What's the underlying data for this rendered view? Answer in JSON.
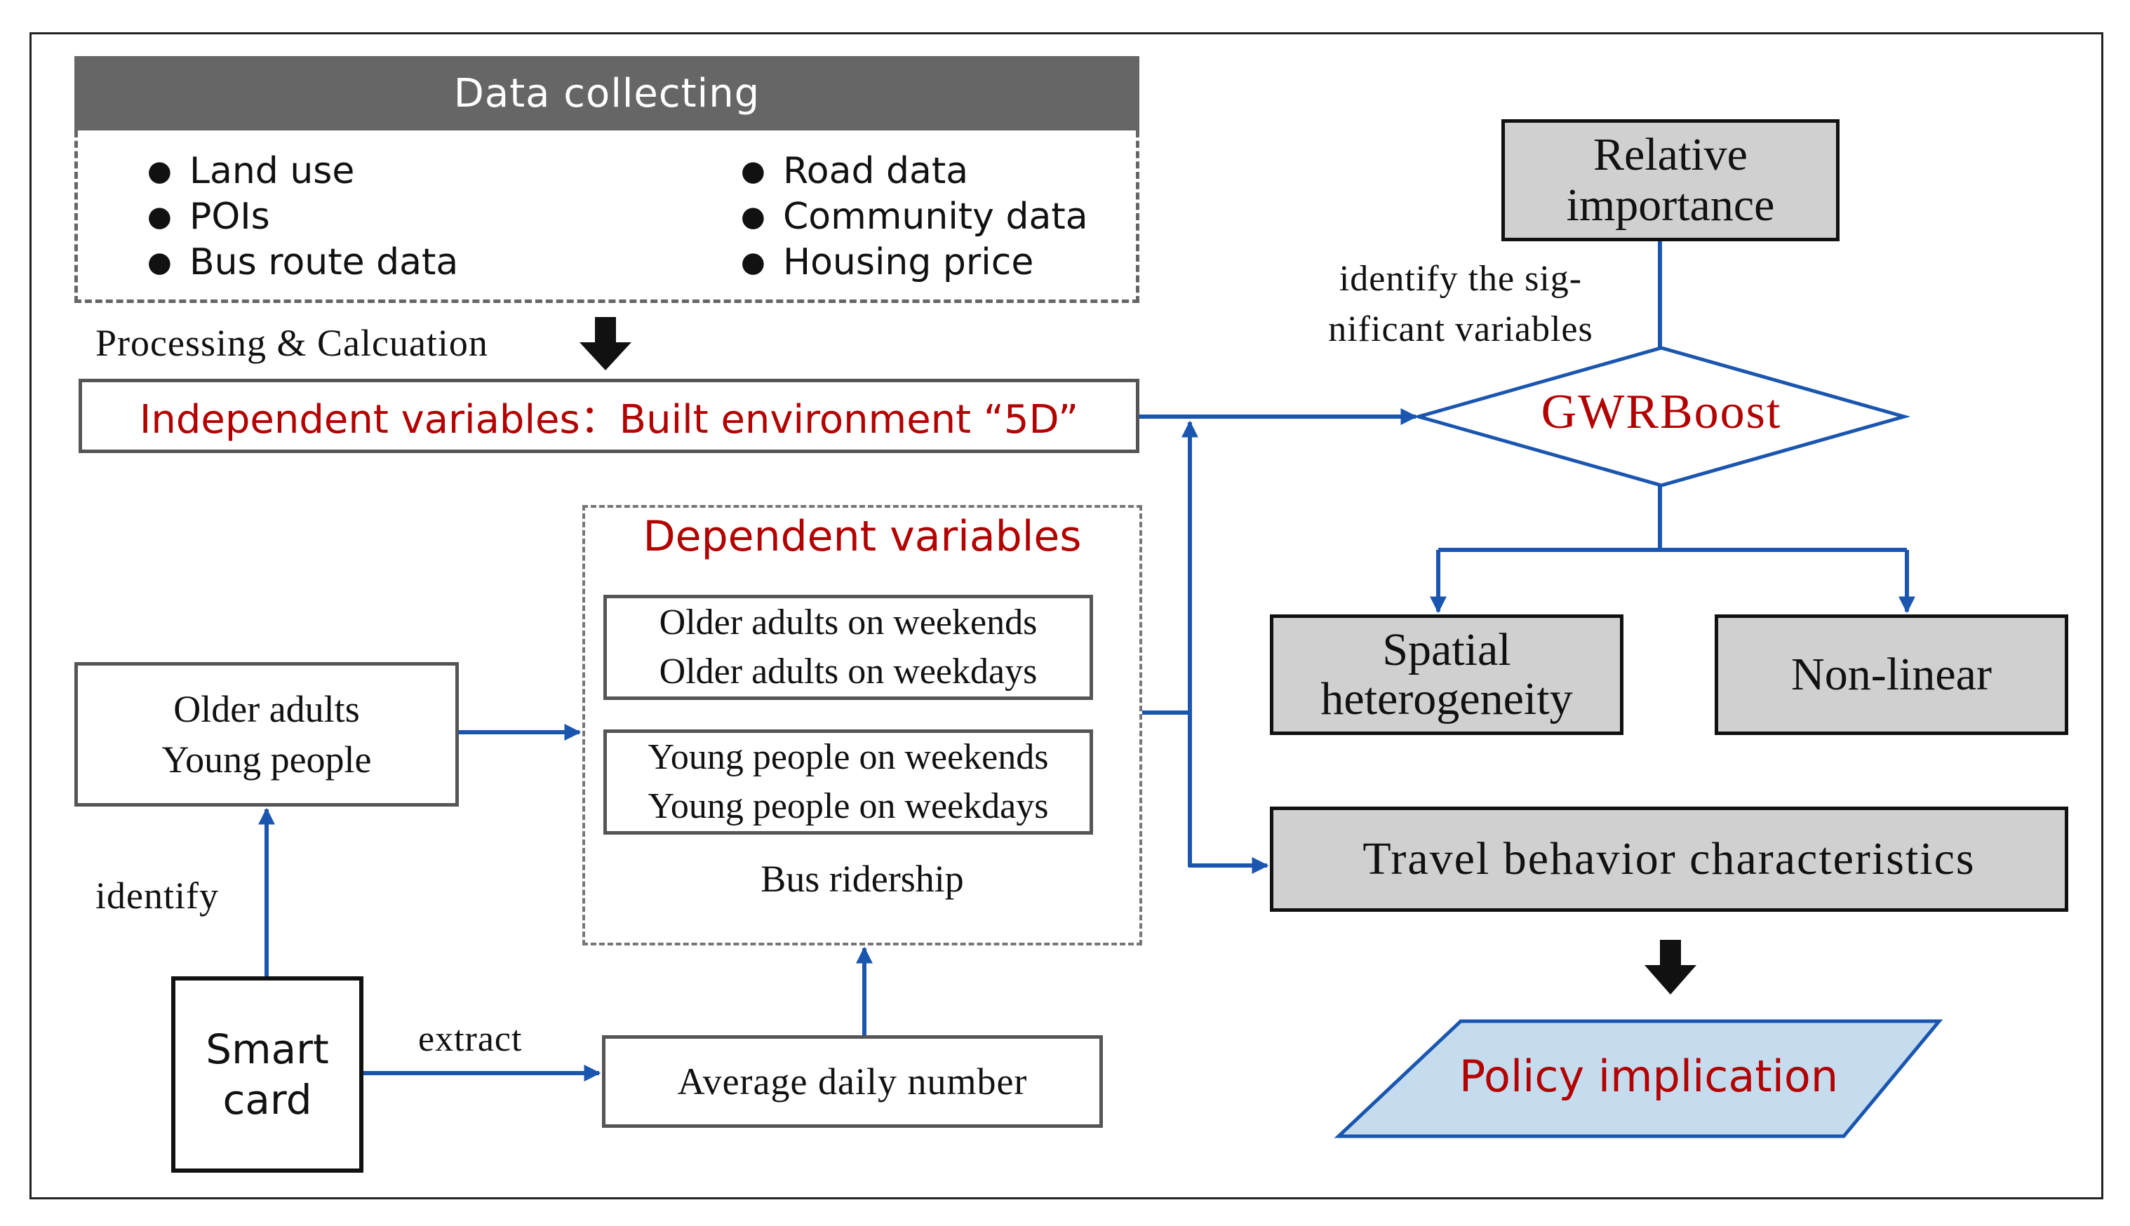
{
  "data_collecting": {
    "title": "Data collecting",
    "left_items": [
      "Land use",
      "POIs",
      "Bus route data"
    ],
    "right_items": [
      "Road data",
      "Community  data",
      "Housing price"
    ]
  },
  "processing_label": "Processing & Calcuation",
  "independent_variables": "Independent variables：Built environment “5D”",
  "dependent": {
    "title": "Dependent variables",
    "older_group": [
      "Older adults on weekends",
      "Older adults on weekdays"
    ],
    "young_group": [
      "Young people on weekends",
      "Young people on weekdays"
    ],
    "footer": "Bus ridership"
  },
  "population": [
    "Older adults",
    "Young people"
  ],
  "identify_label": "identify",
  "smart_card": [
    "Smart",
    "card"
  ],
  "extract_label": "extract",
  "average_daily": "Average daily number",
  "relative_importance": [
    "Relative",
    "importance"
  ],
  "identify_significant": [
    "identify the sig-",
    "nificant variables"
  ],
  "gwrboost": "GWRBoost",
  "spatial": [
    "Spatial",
    "heterogeneity"
  ],
  "nonlinear": "Non-linear",
  "travel_behavior": "Travel behavior characteristics",
  "policy": "Policy implication",
  "colors": {
    "arrow_blue": "#1a56b0",
    "accent_red": "#b30000",
    "header_gray": "#666666",
    "box_gray": "#d0d0d0",
    "policy_fill": "#c5dcef"
  }
}
